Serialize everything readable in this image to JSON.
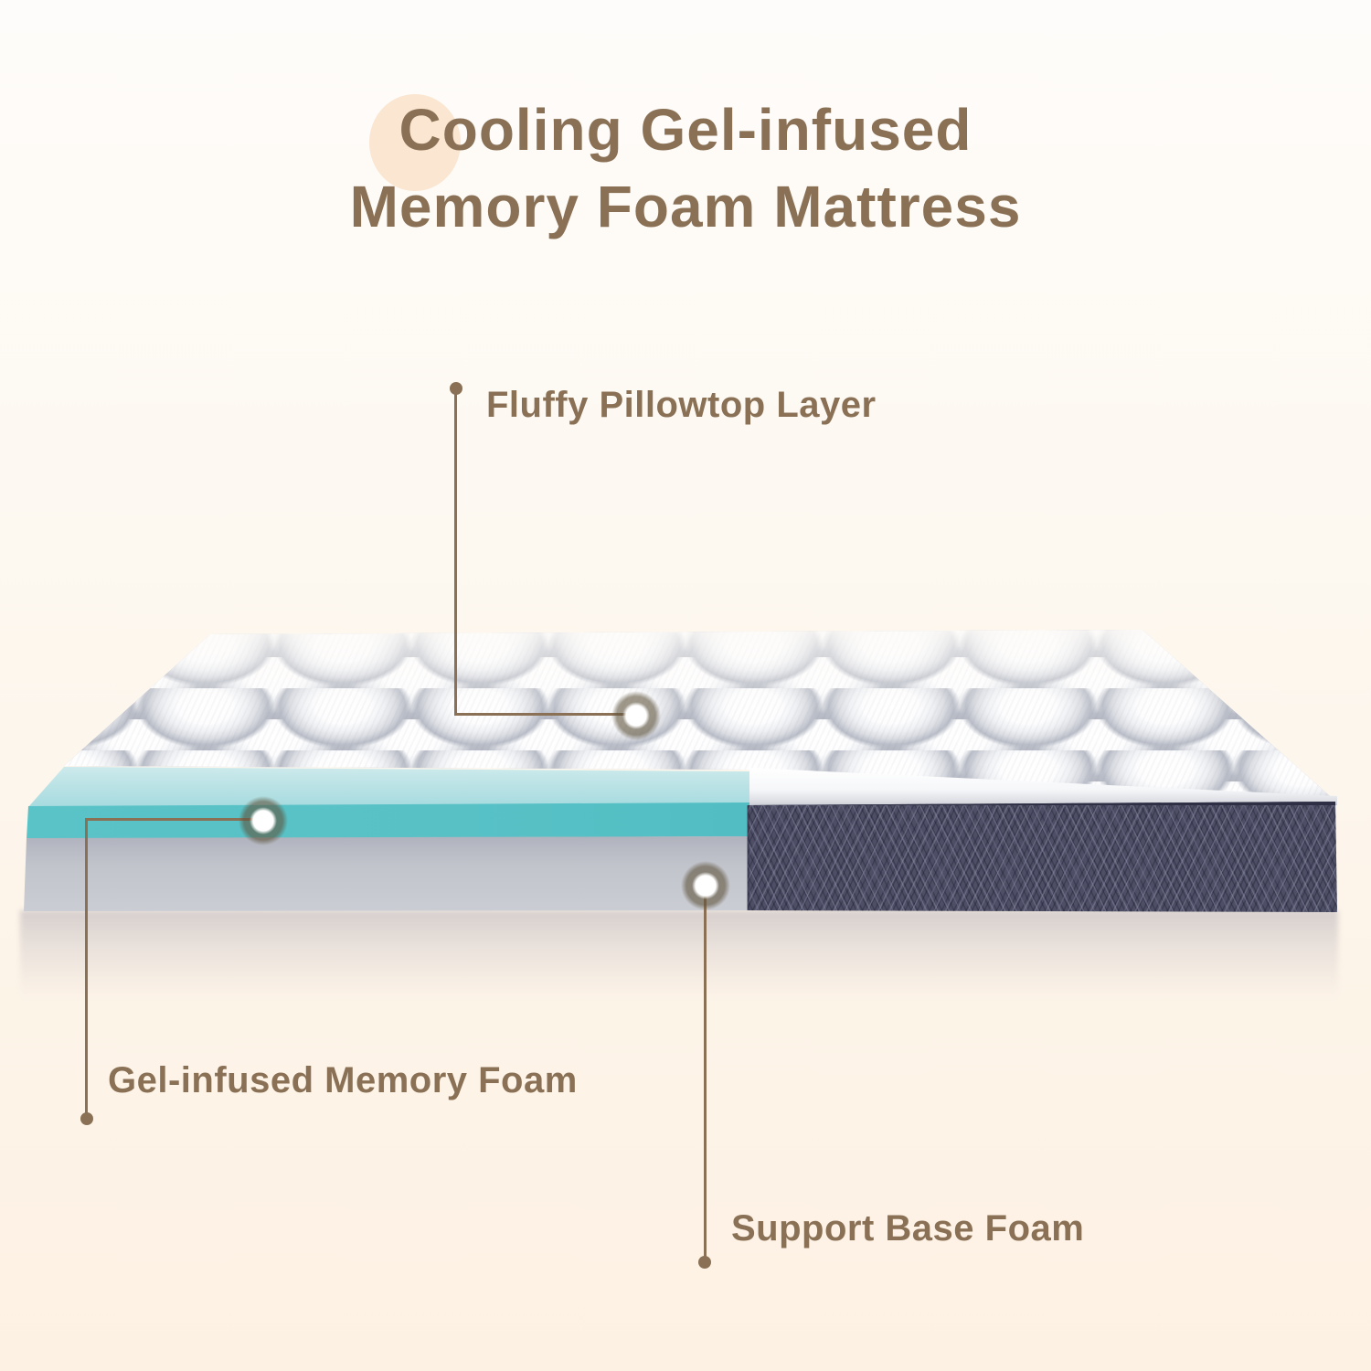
{
  "title": {
    "line1": "Cooling Gel-infused",
    "line2": "Memory Foam Mattress"
  },
  "callouts": {
    "pillowtop": {
      "label": "Fluffy Pillowtop Layer"
    },
    "gel": {
      "label": "Gel-infused Memory Foam"
    },
    "base": {
      "label": "Support Base Foam"
    }
  },
  "colors": {
    "accent_brown": "#8a7156",
    "title_circle_peach": "#fbe6d1",
    "gel_top_teal": "#c0e4e8",
    "gel_front_teal": "#57c1c6",
    "base_foam_gray": "#c4c6ce",
    "cover_navy": "#4e4f66",
    "quilt_white": "#f7f8fa",
    "background_top": "#fefcfa",
    "background_bottom": "#fdf1e3"
  }
}
